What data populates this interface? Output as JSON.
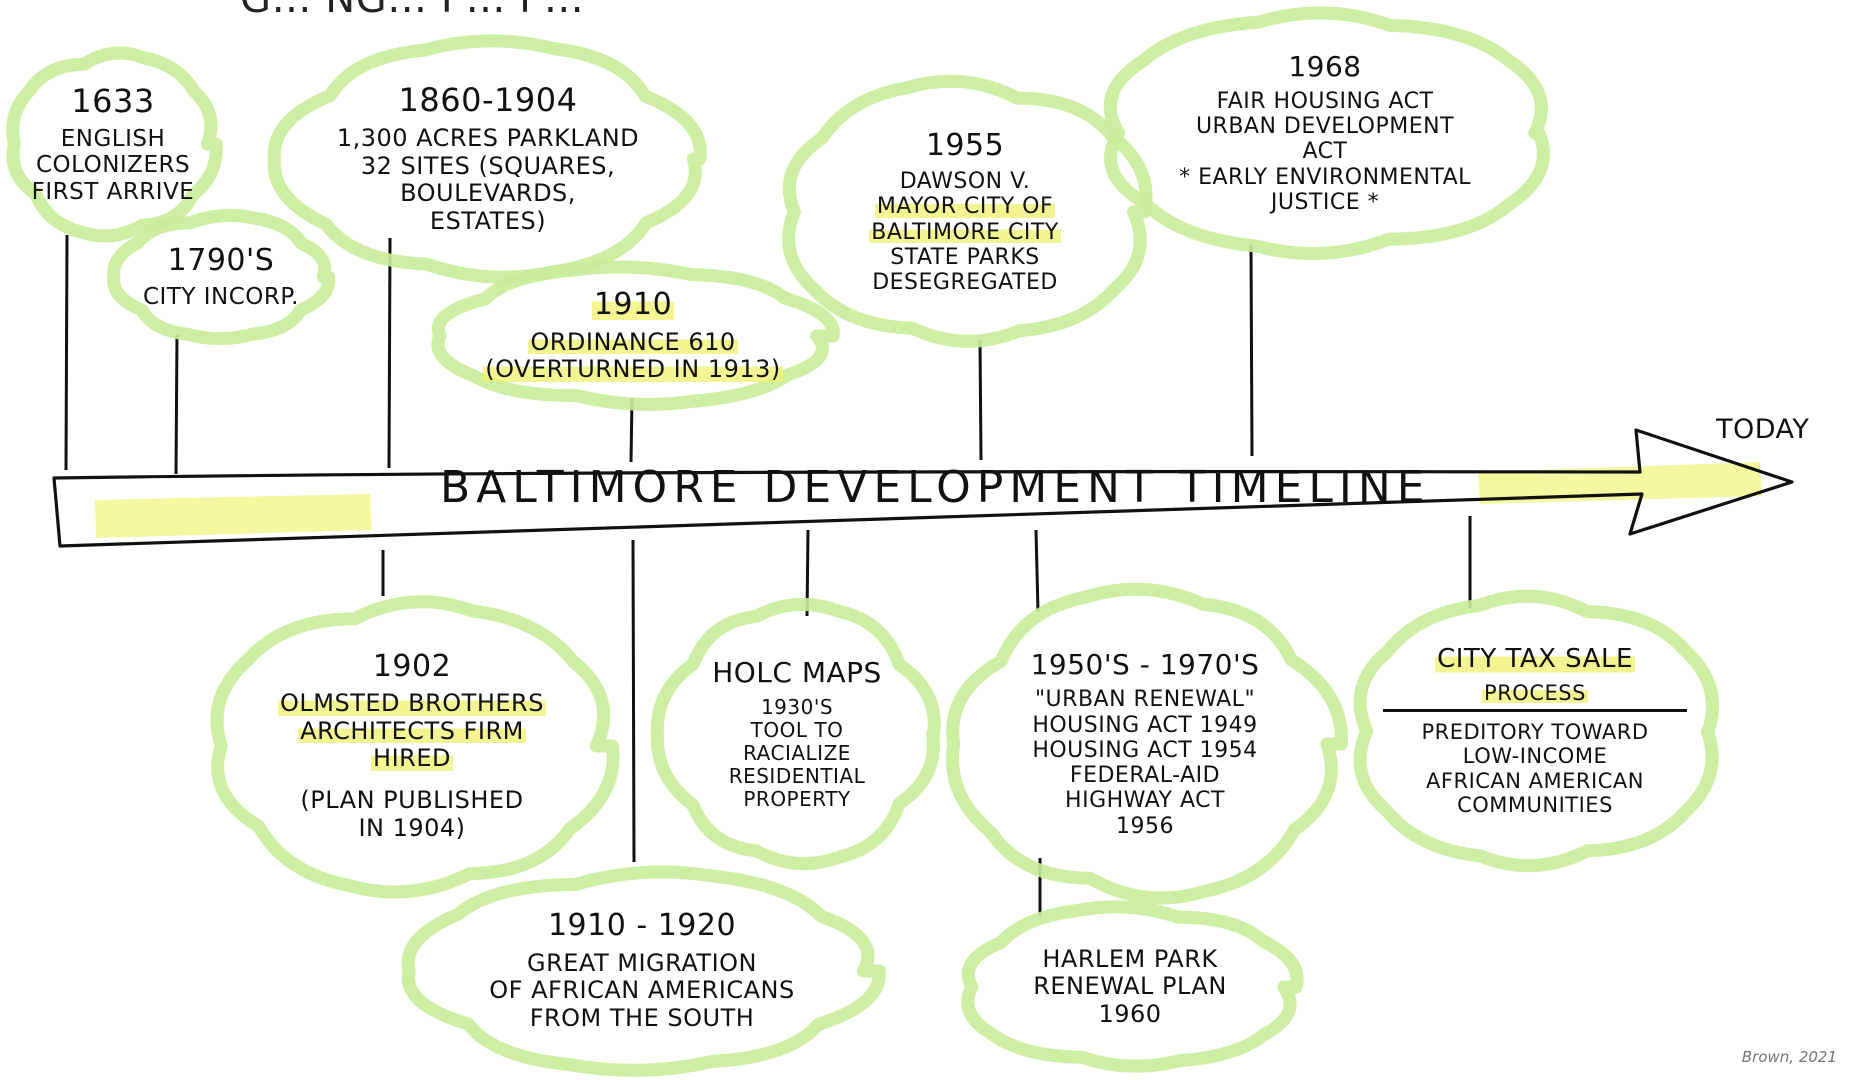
{
  "page": {
    "partial_title": "g… ng… p… p…",
    "credit": "Brown, 2021"
  },
  "timeline": {
    "title": "BALTIMORE DEVELOPMENT TIMELINE",
    "end_label": "TODAY"
  },
  "colors": {
    "bubble_outline": "#c9ec9a",
    "highlighter": "#f0f26e",
    "ink": "#111111"
  },
  "events_top": [
    {
      "id": "1633",
      "year": "1633",
      "lines": [
        "ENGLISH",
        "COLONIZERS",
        "FIRST ARRIVE"
      ]
    },
    {
      "id": "1790s",
      "year": "1790's",
      "lines": [
        "CITY INCORP."
      ]
    },
    {
      "id": "1860-1904",
      "year": "1860-1904",
      "lines": [
        "1,300 ACRES PARKLAND",
        "32 SITES (SQUARES,",
        "BOULEVARDS,",
        "ESTATES)"
      ]
    },
    {
      "id": "1910",
      "year": "1910",
      "lines": [
        "ORDINANCE 610",
        "(OVERTURNED IN 1913)"
      ]
    },
    {
      "id": "1955",
      "year": "1955",
      "lines": [
        "DAWSON V.",
        "MAYOR CITY OF",
        "BALTIMORE CITY",
        "STATE PARKS",
        "DESEGREGATED"
      ]
    },
    {
      "id": "1968",
      "year": "1968",
      "lines": [
        "FAIR HOUSING ACT",
        "URBAN DEVELOPMENT",
        "ACT",
        "* EARLY ENVIRONMENTAL",
        "JUSTICE *"
      ]
    }
  ],
  "events_bottom": [
    {
      "id": "1902",
      "year": "1902",
      "lines": [
        "OLMSTED BROTHERS",
        "ARCHITECTS FIRM",
        "HIRED",
        "",
        "(PLAN PUBLISHED",
        "IN 1904)"
      ]
    },
    {
      "id": "1910-1920",
      "year": "1910 - 1920",
      "lines": [
        "GREAT MIGRATION",
        "OF AFRICAN AMERICANS",
        "FROM THE SOUTH"
      ]
    },
    {
      "id": "holc",
      "year": "HOLC MAPS",
      "lines": [
        "1930's",
        "TOOL TO",
        "RACIALIZE",
        "RESIDENTIAL",
        "PROPERTY"
      ]
    },
    {
      "id": "1950s-1970s",
      "year": "1950's - 1970's",
      "lines": [
        "\"URBAN RENEWAL\"",
        "HOUSING ACT 1949",
        "HOUSING ACT 1954",
        "FEDERAL-AID",
        "HIGHWAY ACT",
        "1956"
      ]
    },
    {
      "id": "harlem",
      "year": "",
      "lines": [
        "HARLEM PARK",
        "RENEWAL PLAN",
        "1960"
      ]
    },
    {
      "id": "tax-sale",
      "year": "CITY TAX SALE",
      "lines": [
        "PROCESS",
        "",
        "PREDITORY TOWARD",
        "LOW-INCOME",
        "AFRICAN AMERICAN",
        "COMMUNITIES"
      ]
    }
  ]
}
